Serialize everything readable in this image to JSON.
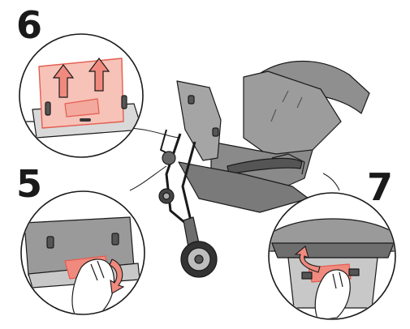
{
  "steps": [
    {
      "number": "6"
    },
    {
      "number": "5"
    },
    {
      "number": "7"
    }
  ],
  "colors": {
    "highlight": "#f08a7e",
    "highlight_fill": "#f7c2b8",
    "stroke": "#1a1a1a",
    "body_gray": "#9a9a9a",
    "dark_gray": "#6e6e6e",
    "light_gray": "#c8c8c8"
  },
  "icons": [
    "up-arrow-icon",
    "curved-arrow-icon",
    "hand-icon"
  ]
}
